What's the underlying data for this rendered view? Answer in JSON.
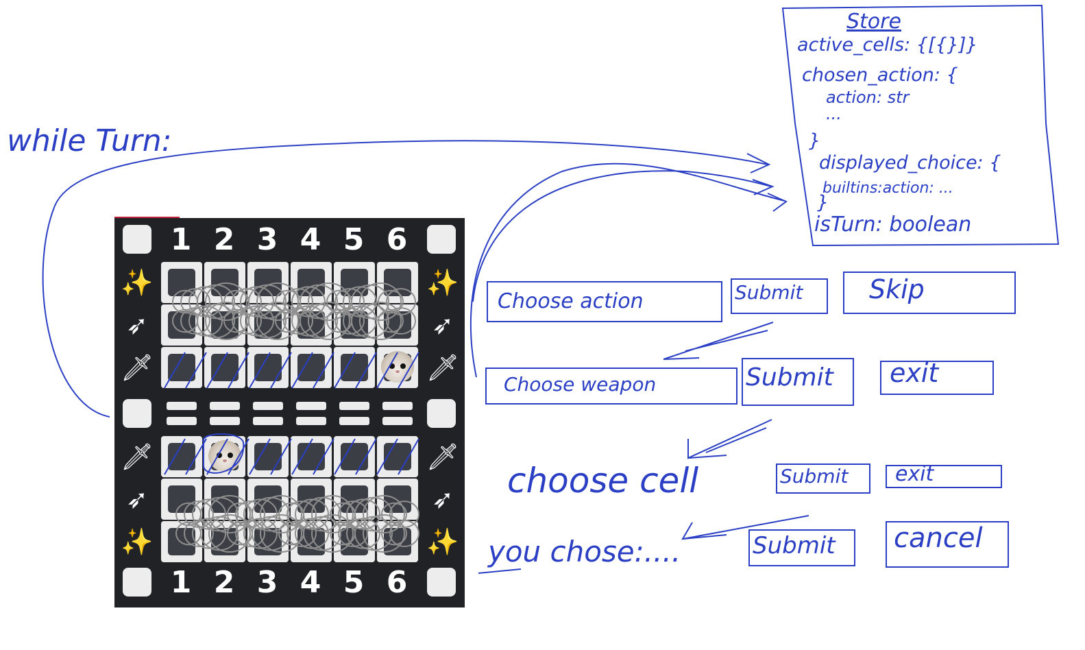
{
  "header_label": "while Turn:",
  "board": {
    "caption": "",
    "columns": [
      "1",
      "2",
      "3",
      "4",
      "5",
      "6"
    ],
    "side_icons": [
      "hand-sparkles-icon",
      "bow-arrow-icon",
      "sword-icon",
      "sword-icon",
      "bow-arrow-icon",
      "hand-sparkles-icon"
    ],
    "hamster_positions": [
      "row3-col6",
      "row5-col2"
    ]
  },
  "store": {
    "title": "Store",
    "lines": [
      "active_cells: {[{}]}",
      "chosen_action: {",
      "action: str",
      "...",
      "}",
      "displayed_choice: {",
      "builtins:action: ...",
      "}",
      "isTurn: boolean"
    ]
  },
  "steps": [
    {
      "prompt": "Choose action",
      "submit": "Submit",
      "other": "Skip"
    },
    {
      "prompt": "Choose weapon",
      "submit": "Submit",
      "other": "exit"
    },
    {
      "prompt": "choose cell",
      "submit": "Submit",
      "other": "exit"
    },
    {
      "prompt": "you chose:....",
      "submit": "Submit",
      "other": "cancel"
    }
  ],
  "colors": {
    "ink": "#2b3fc4",
    "board_bg": "#202226",
    "tile_light": "#ececec",
    "tile_dark": "#3b3f45"
  }
}
